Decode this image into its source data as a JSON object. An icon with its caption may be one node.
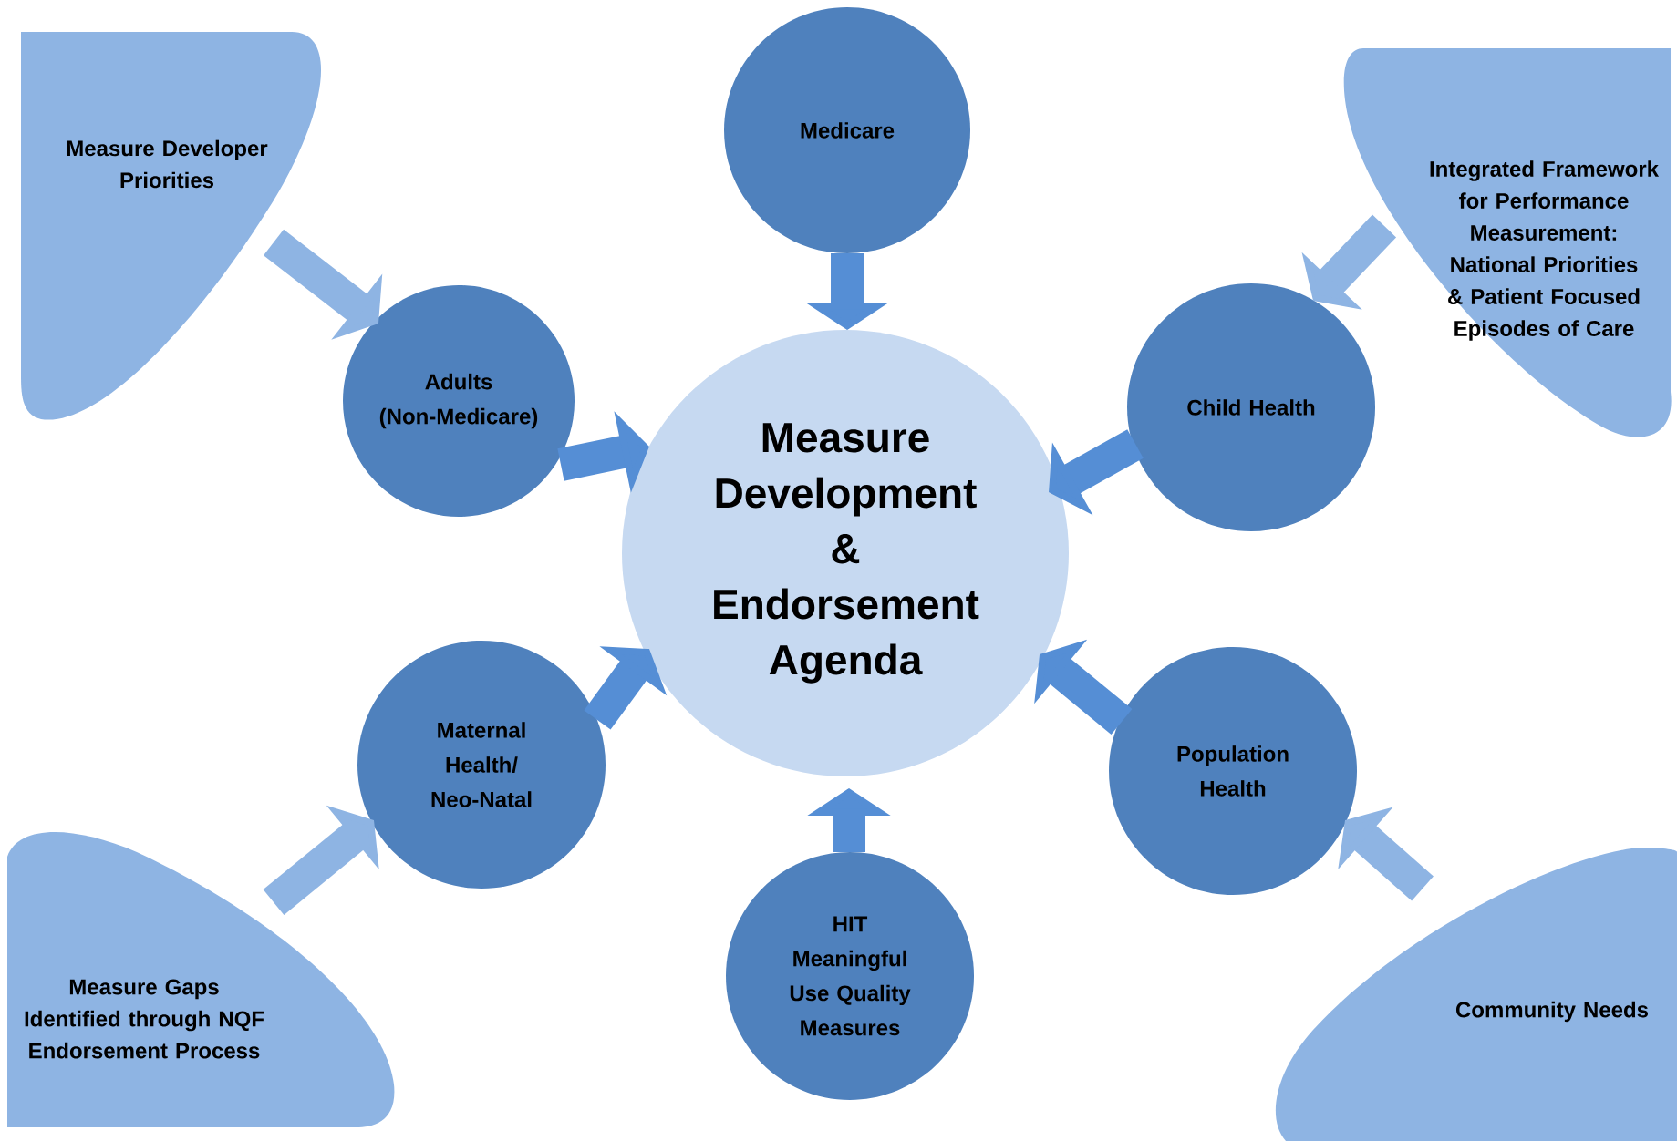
{
  "diagram": {
    "nodes": [
      {
        "text": [
          "Measure Developer Priorities"
        ]
      },
      {
        "text": [
          "Medicare"
        ]
      },
      {
        "text": [
          "Integrated Framework for Performance Measurement: National Priorities & Patient Focused Episodes of Care"
        ]
      },
      {
        "text": [
          "Adults (Non-Medicare)"
        ]
      },
      {
        "text": [
          "Measure Development & Endorsement Agenda"
        ]
      },
      {
        "text": [
          "Child Health"
        ]
      },
      {
        "text": [
          "Maternal Health/ Neo-Natal"
        ]
      },
      {
        "text": [
          "Population Health"
        ]
      },
      {
        "text": [
          "Measure Gaps Identified through NQF Endorsement Process"
        ]
      },
      {
        "text": [
          "HIT Meaningful Use Quality Measures"
        ]
      },
      {
        "text": [
          "Community Needs"
        ]
      }
    ],
    "edges": [
      {
        "from": 0,
        "to": 3,
        "arrow": "to",
        "color": "#8eb4e3"
      },
      {
        "from": 2,
        "to": 5,
        "arrow": "to",
        "color": "#8eb4e3"
      },
      {
        "from": 8,
        "to": 6,
        "arrow": "to",
        "color": "#8eb4e3"
      },
      {
        "from": 10,
        "to": 7,
        "arrow": "to",
        "color": "#8eb4e3"
      },
      {
        "from": 1,
        "to": 4,
        "arrow": "to"
      },
      {
        "from": 3,
        "to": 4,
        "arrow": "to"
      },
      {
        "from": 5,
        "to": 4,
        "arrow": "to"
      },
      {
        "from": 6,
        "to": 4,
        "arrow": "to"
      },
      {
        "from": 7,
        "to": 4,
        "arrow": "to"
      },
      {
        "from": 9,
        "to": 4,
        "arrow": "to"
      }
    ]
  }
}
